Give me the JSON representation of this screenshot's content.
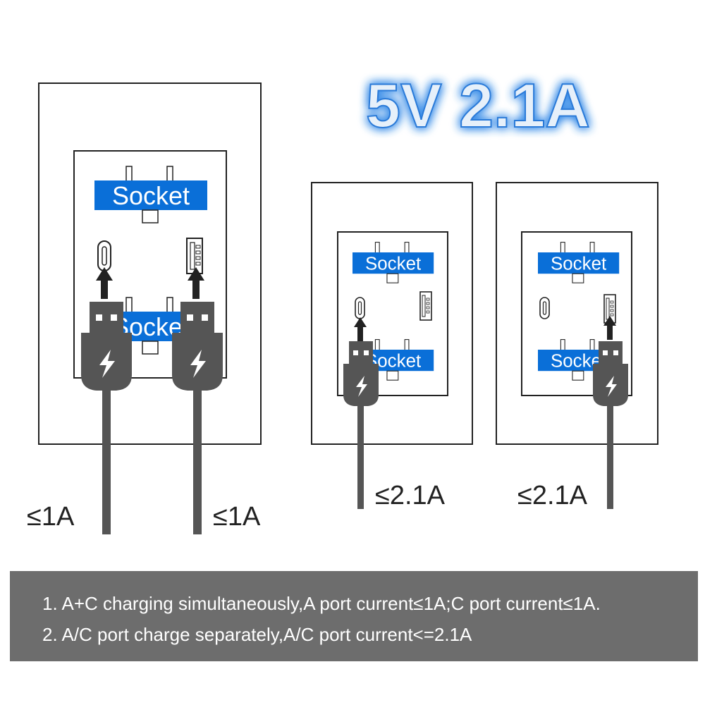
{
  "title": "5V 2.1A",
  "panels": [
    {
      "socket_label_top": "Socket",
      "socket_label_bottom": "Socket",
      "currents": [
        "≤1A",
        "≤1A"
      ]
    },
    {
      "socket_label_top": "Socket",
      "socket_label_bottom": "Socket",
      "currents": [
        "≤2.1A"
      ]
    },
    {
      "socket_label_top": "Socket",
      "socket_label_bottom": "Socket",
      "currents": [
        "≤2.1A"
      ]
    }
  ],
  "notes": [
    "1. A+C charging simultaneously,A port current≤1A;C port current≤1A.",
    "2. A/C  port charge separately,A/C port current<=2.1A"
  ],
  "colors": {
    "socket_label_bg": "#0a6fd8",
    "title_fill": "#e6f0fa",
    "title_glow": "#3c8ee8",
    "plug_body": "#555555",
    "cable": "#555555",
    "notes_bg": "#6d6d6d"
  },
  "icons": [
    "usb-c-port-icon",
    "usb-a-port-icon",
    "up-arrow-icon",
    "lightning-bolt-icon",
    "usb-plug-icon"
  ]
}
